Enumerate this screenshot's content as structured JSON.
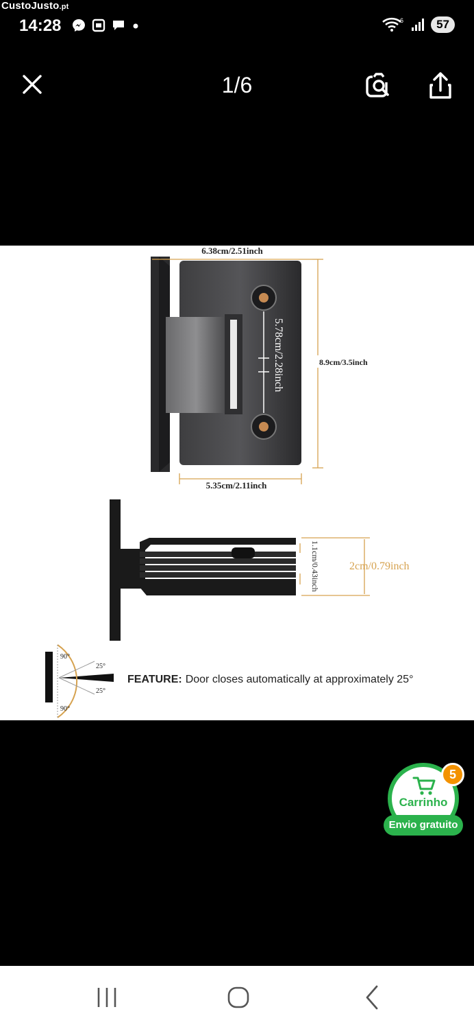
{
  "watermark": {
    "brand": "CustoJusto",
    "tld": ".pt"
  },
  "status_bar": {
    "time": "14:28",
    "battery": "57"
  },
  "viewer": {
    "counter": "1/6"
  },
  "figure": {
    "dim_top_width": "6.38cm/2.51inch",
    "dim_right_height": "8.9cm/3.5inch",
    "dim_hole_spacing": "5.78cm/2.28inch",
    "dim_bottom_width": "5.35cm/2.11inch",
    "dim_thickness": "1.1cm/0.43inch",
    "dim_total": "2cm/0.79inch",
    "angle_90_top": "90°",
    "angle_25_top": "25°",
    "angle_25_bottom": "25°",
    "angle_90_bottom": "90°",
    "feature_label": "FEATURE:",
    "feature_text": "Door closes automatically at approximately 25°"
  },
  "cart": {
    "label": "Carrinho",
    "count": "5",
    "free_shipping": "Envio gratuito",
    "color": "#2bb24c",
    "badge_color": "#f39200"
  }
}
